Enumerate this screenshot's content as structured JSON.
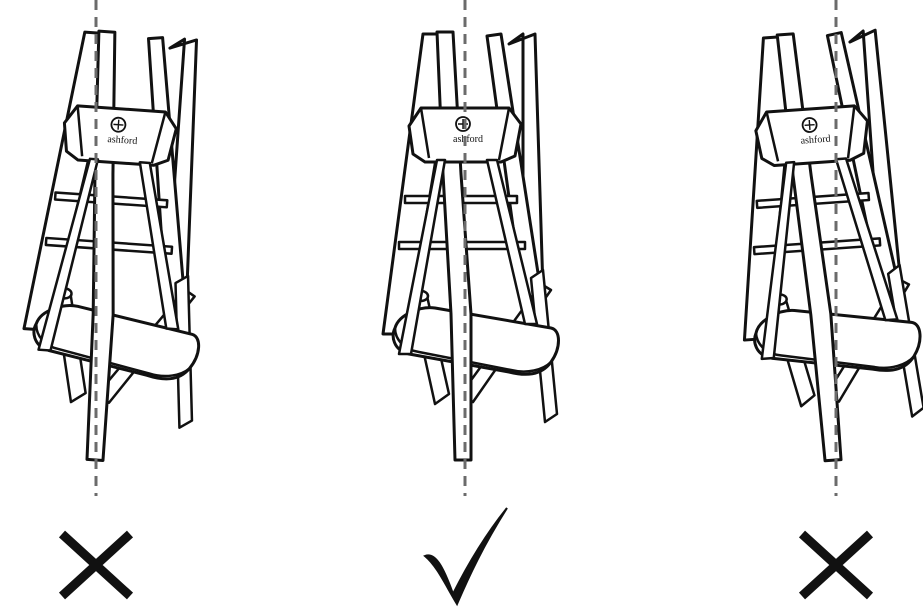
{
  "colors": {
    "outline": "#111111",
    "fill": "#ffffff",
    "guide": "#6b6b6b",
    "mark": "#111111"
  },
  "logo": {
    "text": "ashford"
  },
  "panels": [
    {
      "id": "left",
      "verdict": "incorrect",
      "verdict_icon": "cross-icon",
      "lean": "left"
    },
    {
      "id": "center",
      "verdict": "correct",
      "verdict_icon": "check-icon",
      "lean": "none"
    },
    {
      "id": "right",
      "verdict": "incorrect",
      "verdict_icon": "cross-icon",
      "lean": "right"
    }
  ]
}
